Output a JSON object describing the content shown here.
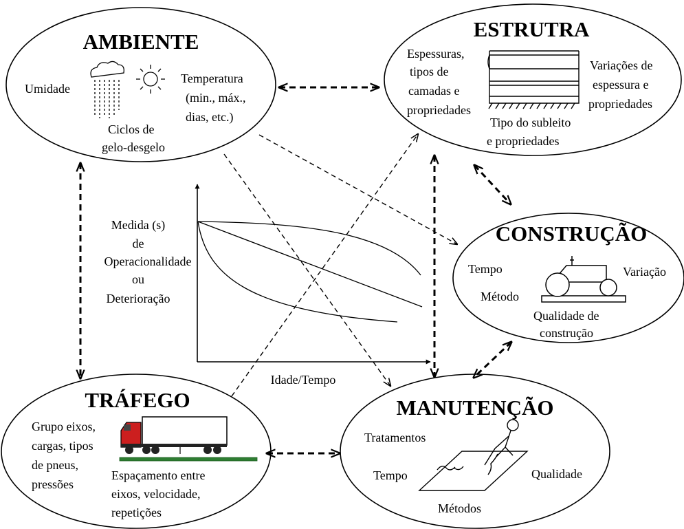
{
  "ambiente": {
    "title": "AMBIENTE",
    "umidade": "Umidade",
    "temp_line1": "Temperatura",
    "temp_line2": "(min., máx.,",
    "temp_line3": "dias, etc.)",
    "ciclos_line1": "Ciclos de",
    "ciclos_line2": "gelo-desgelo"
  },
  "estrutura": {
    "title": "ESTRUTRA",
    "left_line1": "Espessuras,",
    "left_line2": "tipos de",
    "left_line3": "camadas e",
    "left_line4": "propriedades",
    "right_line1": "Variações de",
    "right_line2": "espessura e",
    "right_line3": "propriedades",
    "bottom_line1": "Tipo do subleito",
    "bottom_line2": "e propriedades"
  },
  "construcao": {
    "title": "CONSTRUÇÃO",
    "tempo": "Tempo",
    "variacao": "Variação",
    "metodo": "Método",
    "qual_line1": "Qualidade de",
    "qual_line2": "construção"
  },
  "trafego": {
    "title": "TRÁFEGO",
    "left_line1": "Grupo eixos,",
    "left_line2": "cargas, tipos",
    "left_line3": "de pneus,",
    "left_line4": "pressões",
    "bottom_line1": "Espaçamento entre",
    "bottom_line2": "eixos, velocidade,",
    "bottom_line3": "repetições"
  },
  "manutencao": {
    "title": "MANUTENÇÃO",
    "tratamentos": "Tratamentos",
    "tempo": "Tempo",
    "qualidade": "Qualidade",
    "metodos": "Métodos"
  },
  "graph": {
    "ylabel_line1": "Medida (s)",
    "ylabel_line2": "de",
    "ylabel_line3": "Operacionalidade",
    "ylabel_line4": "ou",
    "ylabel_line5": "Deterioração",
    "xlabel": "Idade/Tempo"
  }
}
